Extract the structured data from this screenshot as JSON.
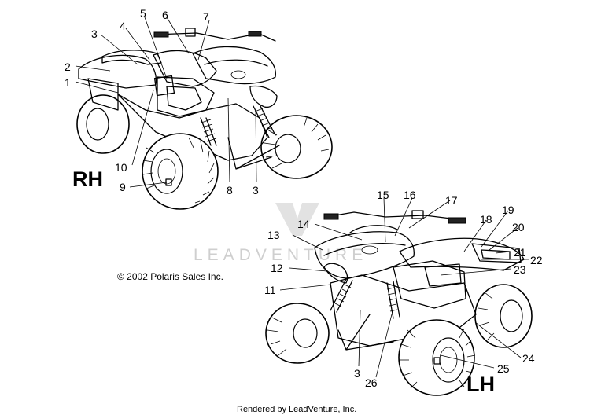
{
  "views": {
    "rh": {
      "label": "RH"
    },
    "lh": {
      "label": "LH"
    }
  },
  "callouts": {
    "c1": "1",
    "c2": "2",
    "c3a": "3",
    "c4": "4",
    "c5": "5",
    "c6": "6",
    "c7": "7",
    "c3b": "3",
    "c8": "8",
    "c9": "9",
    "c10": "10",
    "c11": "11",
    "c12": "12",
    "c13": "13",
    "c14": "14",
    "c15": "15",
    "c16": "16",
    "c17": "17",
    "c18": "18",
    "c19": "19",
    "c20": "20",
    "c21": "21",
    "c22": "22",
    "c23": "23",
    "c24": "24",
    "c25": "25",
    "c26": "26",
    "c3c": "3"
  },
  "copyright": "© 2002 Polaris Sales Inc.",
  "watermark": "LEADVENTURE",
  "footer": "Rendered by LeadVenture, Inc."
}
